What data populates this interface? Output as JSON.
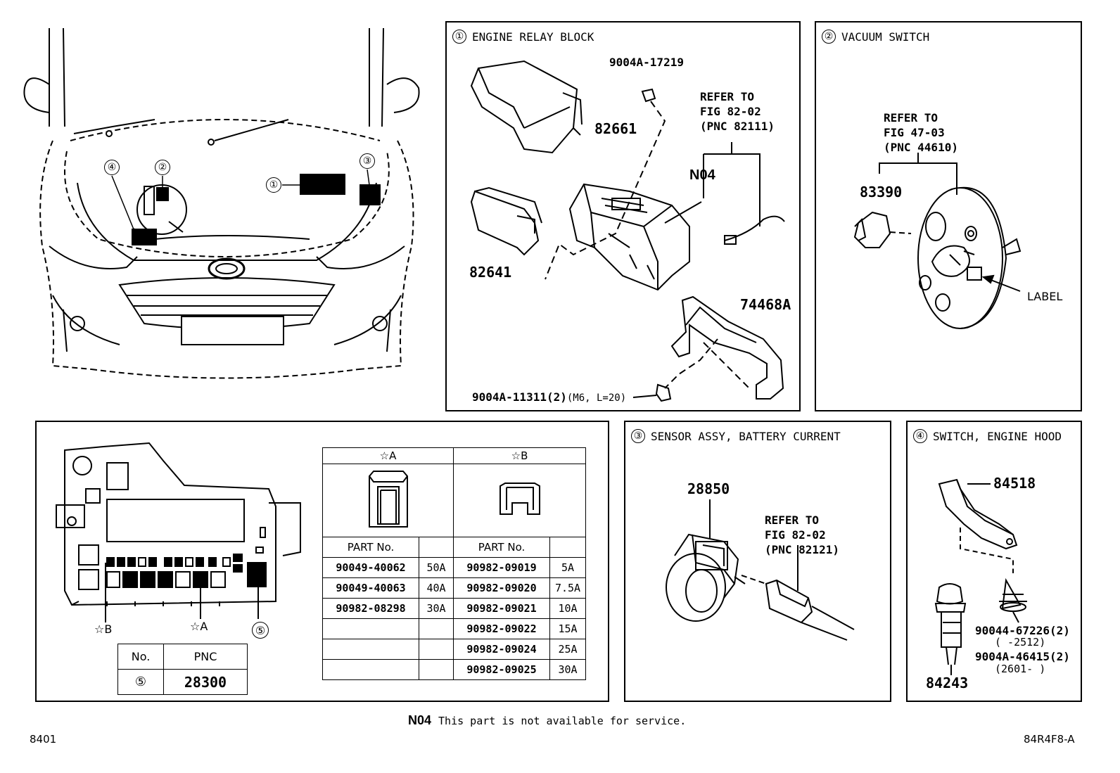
{
  "overview": {
    "callouts": [
      "①",
      "②",
      "③",
      "④"
    ]
  },
  "panel1": {
    "num": "①",
    "title": "ENGINE RELAY BLOCK",
    "parts": {
      "p1": "9004A-17219",
      "p2": "82661",
      "p3": "82641",
      "p4": "N04",
      "p5": "74468A",
      "p6": "9004A-11311(2)",
      "p6_note": "(M6, L=20)"
    },
    "refer": [
      "REFER TO",
      "FIG 82-02",
      "(PNC 82111)"
    ]
  },
  "panel2": {
    "num": "②",
    "title": "VACUUM SWITCH",
    "parts": {
      "p1": "83390"
    },
    "refer": [
      "REFER TO",
      "FIG 47-03",
      "(PNC 44610)"
    ],
    "label": "LABEL"
  },
  "panel3": {
    "num": "③",
    "title": "SENSOR ASSY, BATTERY CURRENT",
    "parts": {
      "p1": "28850"
    },
    "refer": [
      "REFER TO",
      "FIG 82-02",
      "(PNC 82121)"
    ]
  },
  "panel4": {
    "num": "④",
    "title": "SWITCH, ENGINE HOOD",
    "parts": {
      "p1": "84518",
      "p2": "84243",
      "p3": "90044-67226(2)",
      "p3_note": "(      -2512)",
      "p4": "9004A-46415(2)",
      "p4_note": "(2601-      )"
    }
  },
  "fusebox": {
    "star_a": "☆A",
    "star_b": "☆B",
    "five": "⑤",
    "pnc_table": {
      "h_no": "No.",
      "h_pnc": "PNC",
      "row_no": "⑤",
      "row_pnc": "28300"
    },
    "fuse_table": {
      "col_a": "☆A",
      "col_b": "☆B",
      "h_part": "PART No.",
      "rows": [
        {
          "a_part": "90049-40062",
          "a_amp": "50A",
          "b_part": "90982-09019",
          "b_amp": "5A"
        },
        {
          "a_part": "90049-40063",
          "a_amp": "40A",
          "b_part": "90982-09020",
          "b_amp": "7.5A"
        },
        {
          "a_part": "90982-08298",
          "a_amp": "30A",
          "b_part": "90982-09021",
          "b_amp": "10A"
        },
        {
          "a_part": "",
          "a_amp": "",
          "b_part": "90982-09022",
          "b_amp": "15A"
        },
        {
          "a_part": "",
          "a_amp": "",
          "b_part": "90982-09024",
          "b_amp": "25A"
        },
        {
          "a_part": "",
          "a_amp": "",
          "b_part": "90982-09025",
          "b_amp": "30A"
        }
      ]
    }
  },
  "footer": {
    "n04": "N04",
    "note": "This part is not available for service.",
    "left_code": "8401",
    "right_code": "84R4F8-A"
  }
}
